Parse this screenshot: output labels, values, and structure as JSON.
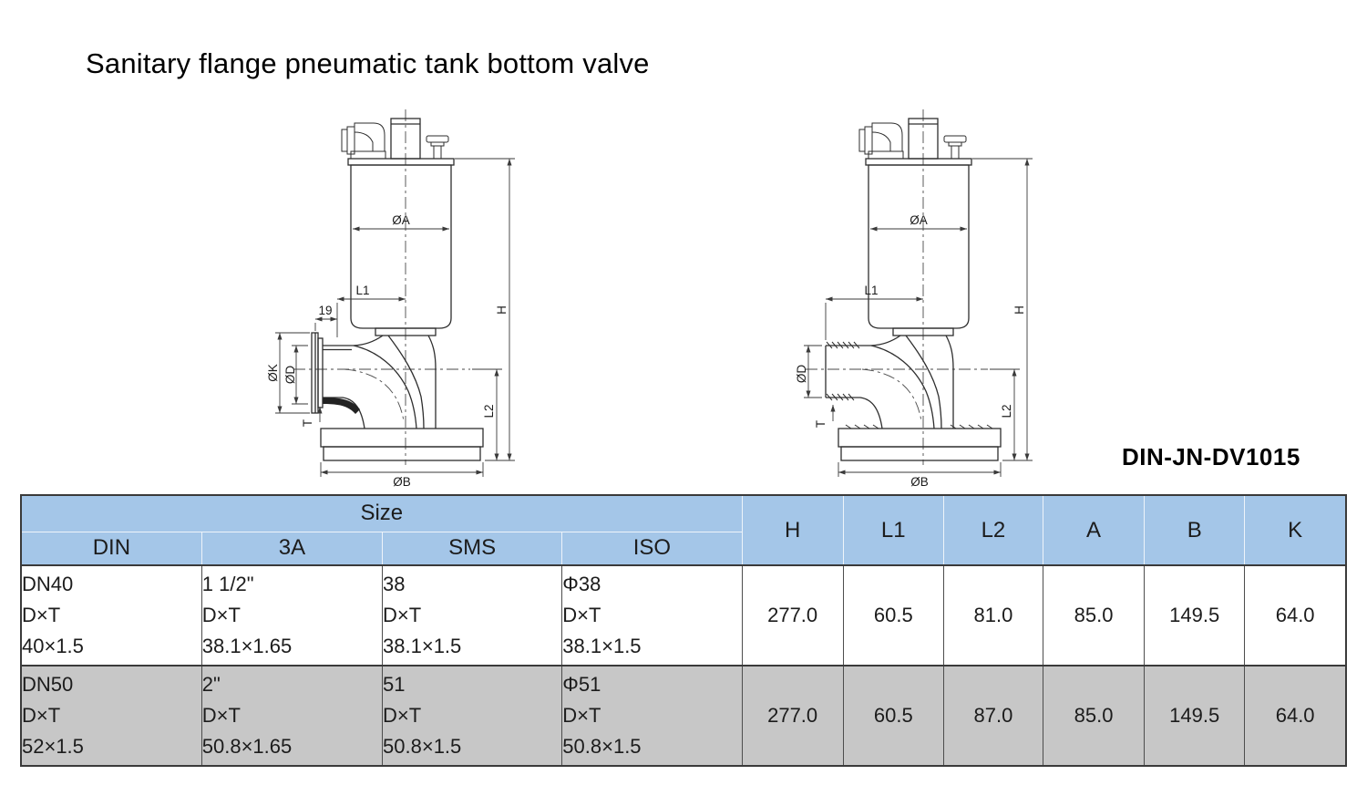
{
  "page": {
    "title": "Sanitary flange pneumatic tank bottom valve",
    "model": "DIN-JN-DV1015"
  },
  "drawings": {
    "left": {
      "oa": "ØA",
      "l1": "L1",
      "d19": "19",
      "ok": "ØK",
      "od": "ØD",
      "t": "T",
      "h": "H",
      "l2": "L2",
      "ob": "ØB"
    },
    "right": {
      "oa": "ØA",
      "l1": "L1",
      "od": "ØD",
      "t": "T",
      "h": "H",
      "l2": "L2",
      "ob": "ØB"
    }
  },
  "table": {
    "size_header": "Size",
    "size_columns": [
      "DIN",
      "3A",
      "SMS",
      "ISO"
    ],
    "dim_columns": [
      "H",
      "L1",
      "L2",
      "A",
      "B",
      "K"
    ],
    "rows": [
      {
        "din": [
          "DN40",
          "D×T",
          "40×1.5"
        ],
        "a3": [
          "1 1/2\"",
          "D×T",
          "38.1×1.65"
        ],
        "sms": [
          "38",
          "D×T",
          "38.1×1.5"
        ],
        "iso": [
          "Φ38",
          "D×T",
          "38.1×1.5"
        ],
        "dims": [
          "277.0",
          "60.5",
          "81.0",
          "85.0",
          "149.5",
          "64.0"
        ]
      },
      {
        "din": [
          "DN50",
          "D×T",
          "52×1.5"
        ],
        "a3": [
          "2\"",
          "D×T",
          "50.8×1.65"
        ],
        "sms": [
          "51",
          "D×T",
          "50.8×1.5"
        ],
        "iso": [
          "Φ51",
          "D×T",
          "50.8×1.5"
        ],
        "dims": [
          "277.0",
          "60.5",
          "87.0",
          "85.0",
          "149.5",
          "64.0"
        ]
      }
    ]
  },
  "colors": {
    "header_blue": "#a4c6e8",
    "row_alt_gray": "#c7c7c7",
    "border_dark": "#3a3a3a"
  }
}
